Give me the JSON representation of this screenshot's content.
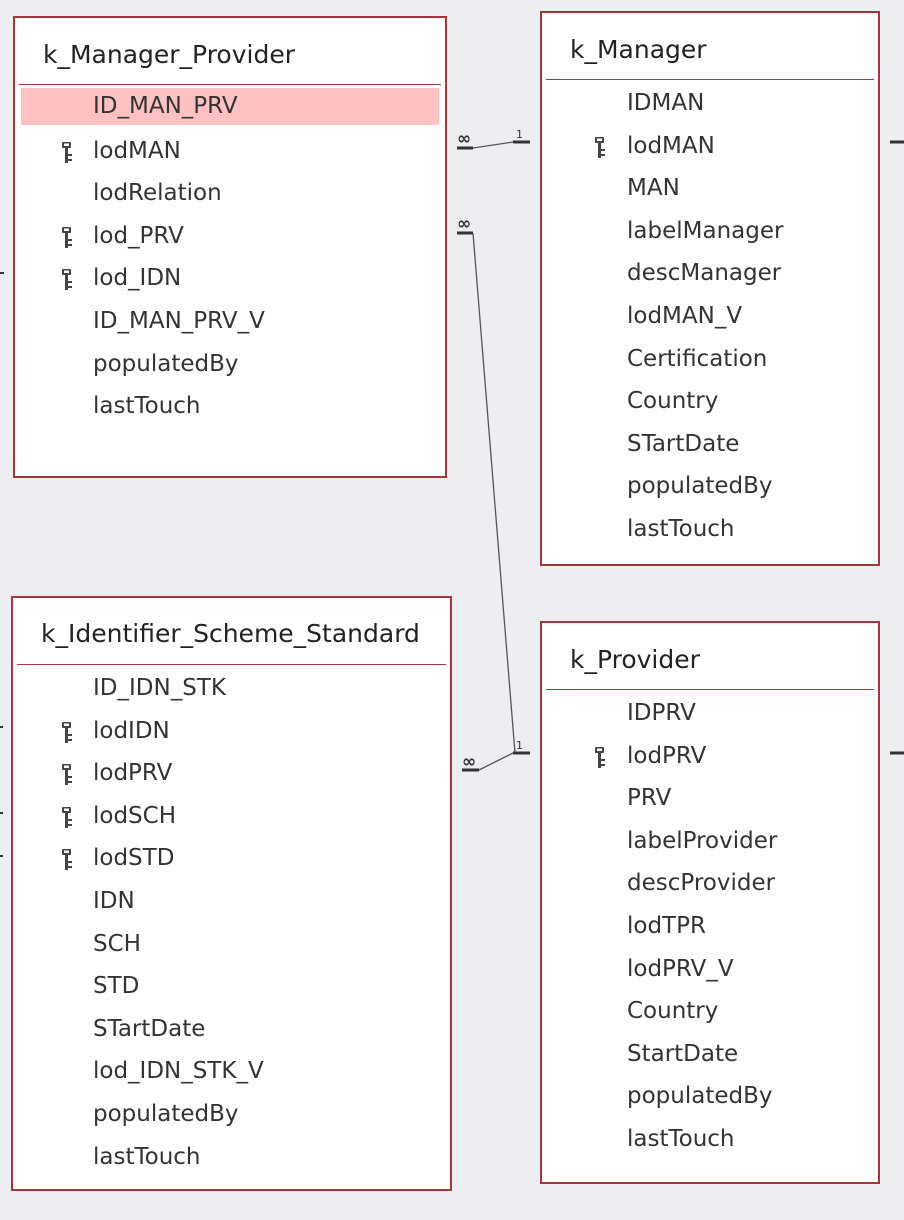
{
  "tables": [
    {
      "id": "t-mp",
      "title": "k_Manager_Provider",
      "fields": [
        {
          "name": "ID_MAN_PRV",
          "key": false,
          "selected": true
        },
        {
          "name": "lodMAN",
          "key": true
        },
        {
          "name": "lodRelation",
          "key": false
        },
        {
          "name": "lod_PRV",
          "key": true
        },
        {
          "name": "lod_IDN",
          "key": true
        },
        {
          "name": "ID_MAN_PRV_V",
          "key": false
        },
        {
          "name": "populatedBy",
          "key": false
        },
        {
          "name": "lastTouch",
          "key": false
        }
      ]
    },
    {
      "id": "t-man",
      "title": "k_Manager",
      "fields": [
        {
          "name": "IDMAN",
          "key": false
        },
        {
          "name": "lodMAN",
          "key": true
        },
        {
          "name": "MAN",
          "key": false
        },
        {
          "name": "labelManager",
          "key": false
        },
        {
          "name": "descManager",
          "key": false
        },
        {
          "name": "lodMAN_V",
          "key": false
        },
        {
          "name": "Certification",
          "key": false
        },
        {
          "name": "Country",
          "key": false
        },
        {
          "name": "STartDate",
          "key": false
        },
        {
          "name": "populatedBy",
          "key": false
        },
        {
          "name": "lastTouch",
          "key": false
        }
      ]
    },
    {
      "id": "t-iss",
      "title": "k_Identifier_Scheme_Standard",
      "fields": [
        {
          "name": "ID_IDN_STK",
          "key": false
        },
        {
          "name": "lodIDN",
          "key": true
        },
        {
          "name": "lodPRV",
          "key": true
        },
        {
          "name": "lodSCH",
          "key": true
        },
        {
          "name": "lodSTD",
          "key": true
        },
        {
          "name": "IDN",
          "key": false
        },
        {
          "name": "SCH",
          "key": false
        },
        {
          "name": "STD",
          "key": false
        },
        {
          "name": "STartDate",
          "key": false
        },
        {
          "name": "lod_IDN_STK_V",
          "key": false
        },
        {
          "name": "populatedBy",
          "key": false
        },
        {
          "name": "lastTouch",
          "key": false
        }
      ]
    },
    {
      "id": "t-prv",
      "title": "k_Provider",
      "fields": [
        {
          "name": "IDPRV",
          "key": false
        },
        {
          "name": "lodPRV",
          "key": true
        },
        {
          "name": "PRV",
          "key": false
        },
        {
          "name": "labelProvider",
          "key": false
        },
        {
          "name": "descProvider",
          "key": false
        },
        {
          "name": "lodTPR",
          "key": false
        },
        {
          "name": "lodPRV_V",
          "key": false
        },
        {
          "name": "Country",
          "key": false
        },
        {
          "name": "StartDate",
          "key": false
        },
        {
          "name": "populatedBy",
          "key": false
        },
        {
          "name": "lastTouch",
          "key": false
        }
      ]
    }
  ],
  "relationships": [
    {
      "from": "k_Manager_Provider.lodMAN",
      "to": "k_Manager.lodMAN",
      "from_card": "∞",
      "to_card": "1"
    },
    {
      "from": "k_Manager_Provider.lod_PRV",
      "to": "k_Provider.lodPRV",
      "from_card": "∞",
      "to_card": "1"
    },
    {
      "from": "k_Identifier_Scheme_Standard.lodPRV",
      "to": "k_Provider.lodPRV",
      "from_card": "∞",
      "to_card": "1"
    }
  ],
  "colors": {
    "table_border": "#a4373c",
    "selected_row": "#ffc1c1",
    "background": "#eceef2",
    "line": "#333333"
  }
}
